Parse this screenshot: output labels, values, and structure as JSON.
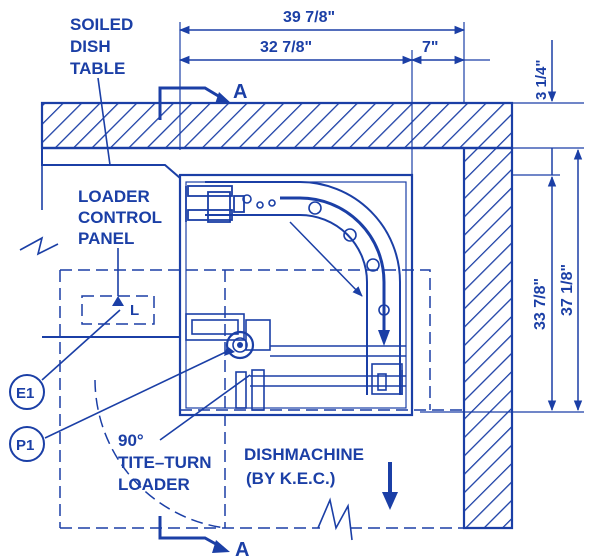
{
  "colors": {
    "ink": "#1b3fa6",
    "paper": "#ffffff"
  },
  "labels": {
    "soiled_line1": "SOILED",
    "soiled_line2": "DISH",
    "soiled_line3": "TABLE",
    "loader_control_1": "LOADER",
    "loader_control_2": "CONTROL",
    "loader_control_3": "PANEL",
    "panel_symbol": "L",
    "tite_turn_1": "90°",
    "tite_turn_2": "TITE–TURN",
    "tite_turn_3": "LOADER",
    "dishmachine_1": "DISHMACHINE",
    "dishmachine_2": "(BY K.E.C.)",
    "section_top": "A",
    "section_bottom": "A",
    "tag_e1": "E1",
    "tag_p1": "P1"
  },
  "dimensions": {
    "overall_width": "39 7/8\"",
    "inner_width": "32 7/8\"",
    "offset": "7\"",
    "wall": "3 1/4\"",
    "inner_depth": "33 7/8\"",
    "overall_depth": "37 1/8\""
  },
  "icons": [
    "section-arrow-icon",
    "flow-arrow-icon",
    "electrical-tag-icon",
    "plumbing-tag-icon",
    "conveyor-belt-icon"
  ]
}
